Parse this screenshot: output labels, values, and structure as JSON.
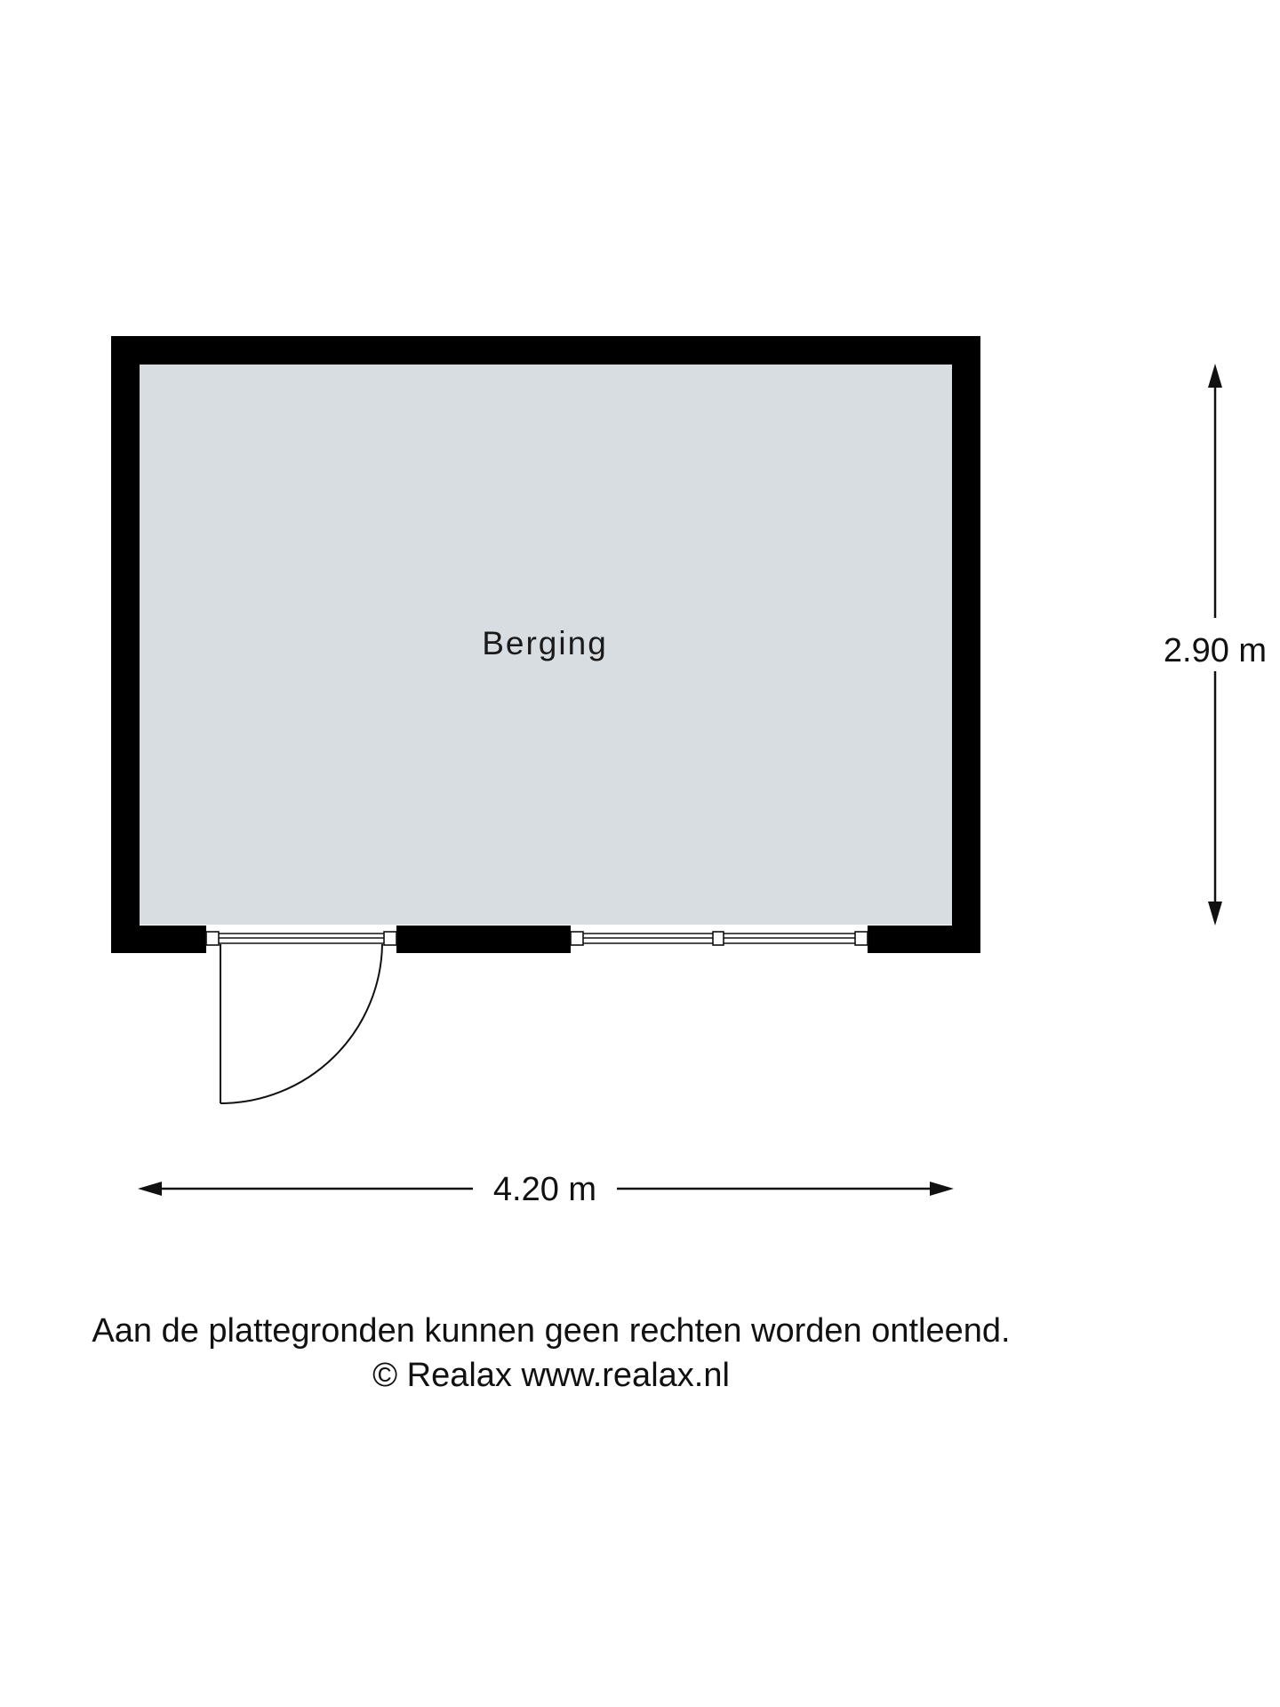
{
  "plan": {
    "room_name": "Berging",
    "width_label": "4.20 m",
    "height_label": "2.90 m"
  },
  "footer": {
    "disclaimer": "Aan de plattegronden kunnen geen rechten worden ontleend.",
    "copyright": "© Realax www.realax.nl"
  },
  "colors": {
    "wall": "#000000",
    "floor": "#d8dde1",
    "line": "#111111",
    "background": "#ffffff"
  }
}
